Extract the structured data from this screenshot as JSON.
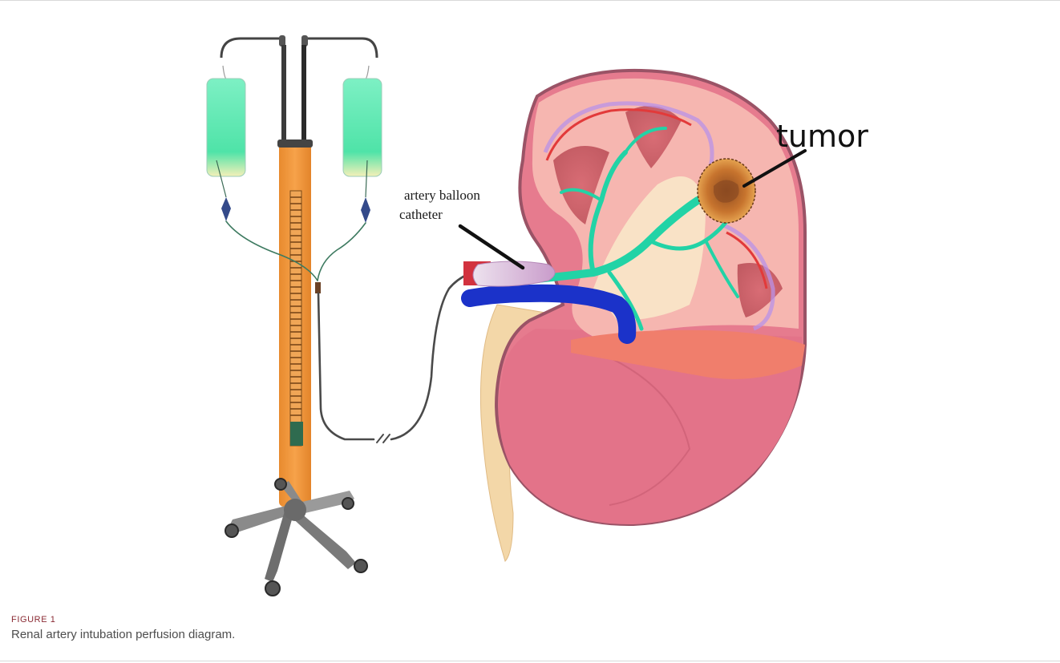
{
  "figure": {
    "labels": {
      "catheter_line1": "artery balloon",
      "catheter_line2": "catheter",
      "tumor": "tumor"
    },
    "caption": {
      "figure_number": "FIGURE 1",
      "text": "Renal artery intubation perfusion diagram."
    }
  },
  "colors": {
    "iv_bag_fluid": "#5ee8b0",
    "iv_pole": "#f39a3f",
    "kidney_cortex": "#f2a9a4",
    "kidney_capsule": "#b56a78",
    "artery_green": "#22d3a6",
    "vein_blue": "#1b32c9",
    "artery_red": "#e23a3a",
    "balloon": "#d9b4d6",
    "ureter": "#f3d7a8",
    "tumor_outer": "#e7a24a",
    "tumor_inner": "#9a5020",
    "caption_figure": "#8a2a33"
  },
  "icons": [
    "iv-pole-icon",
    "iv-bag-icon",
    "kidney-icon",
    "tumor-icon",
    "balloon-catheter-icon"
  ]
}
